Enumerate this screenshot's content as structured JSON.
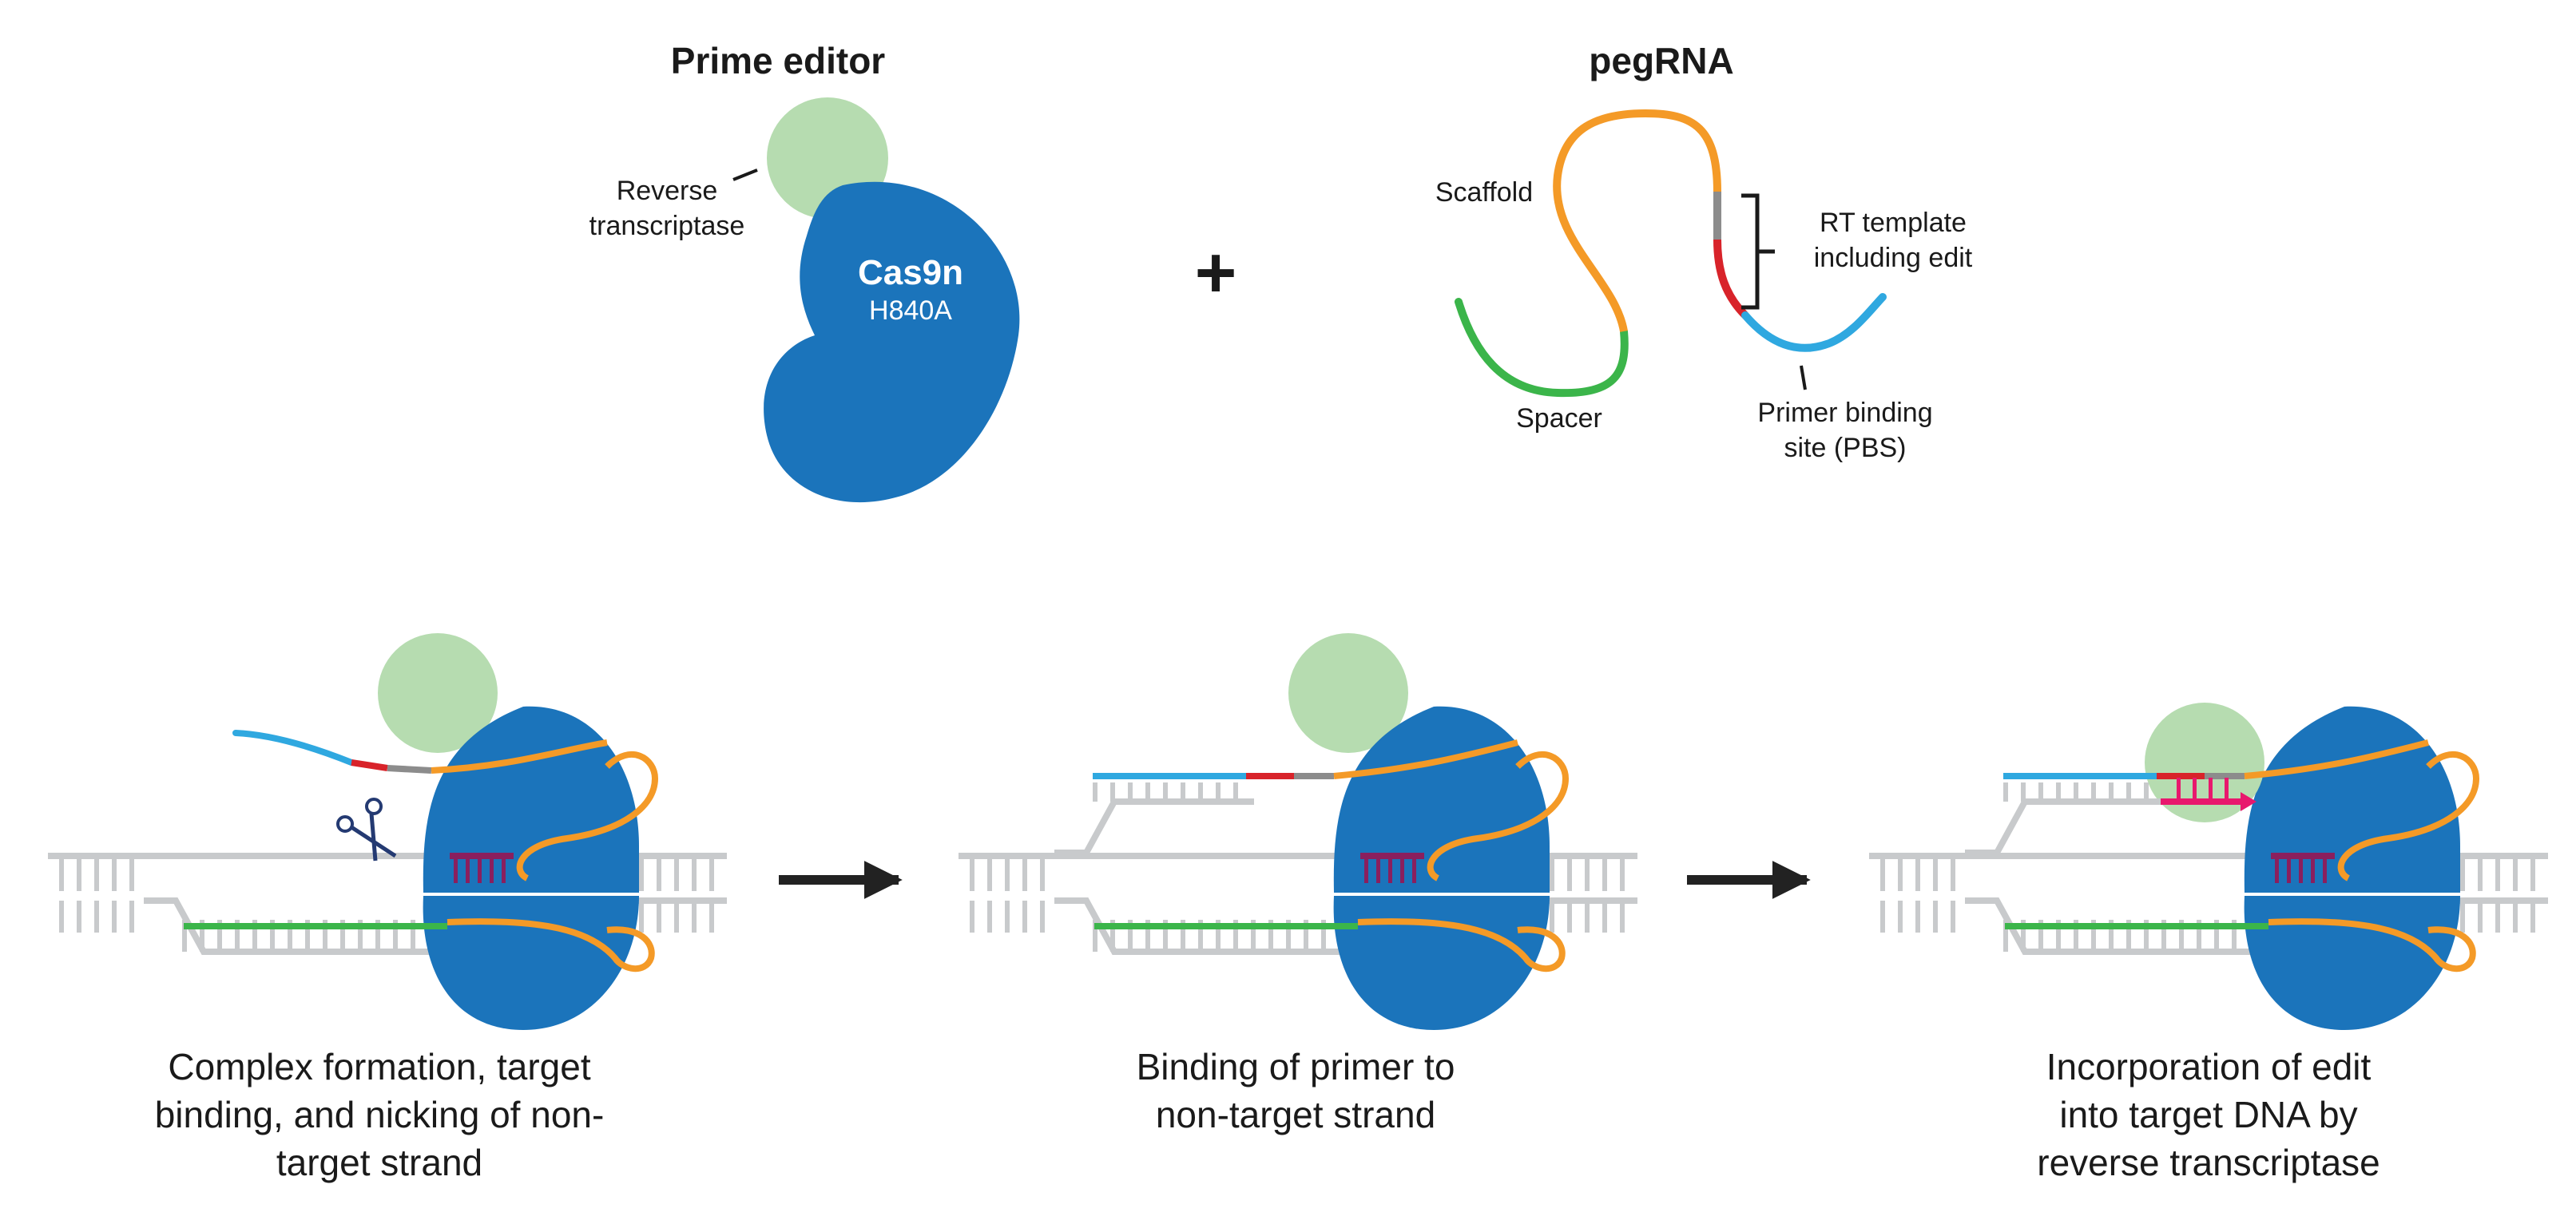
{
  "prime_editor": {
    "title": "Prime editor",
    "rt_label": [
      "Reverse",
      "transcriptase"
    ],
    "cas_name": "Cas9n",
    "cas_variant": "H840A"
  },
  "operator": "+",
  "pegrna": {
    "title": "pegRNA",
    "scaffold": "Scaffold",
    "spacer": "Spacer",
    "rt_template": [
      "RT template",
      "including edit"
    ],
    "pbs": [
      "Primer binding",
      "site (PBS)"
    ]
  },
  "steps": [
    {
      "caption": [
        "Complex formation, target",
        "binding, and nicking of non-",
        "target strand"
      ]
    },
    {
      "caption": [
        "Binding of primer to",
        "non-target strand"
      ]
    },
    {
      "caption": [
        "Incorporation of edit",
        "into target DNA by",
        "reverse transcriptase"
      ]
    }
  ],
  "colors": {
    "cas9": "#1b74bb",
    "rt": "#b6dcb0",
    "scaffold": "#f49a27",
    "spacer": "#3bb54a",
    "pbs": "#2fa8e0",
    "edit": "#d8232a",
    "linker": "#8c8c8c",
    "dna": "#c8cacc",
    "new_dna": "#e8186d",
    "hybrid": "#8a1f5e",
    "arrow": "#222222"
  }
}
